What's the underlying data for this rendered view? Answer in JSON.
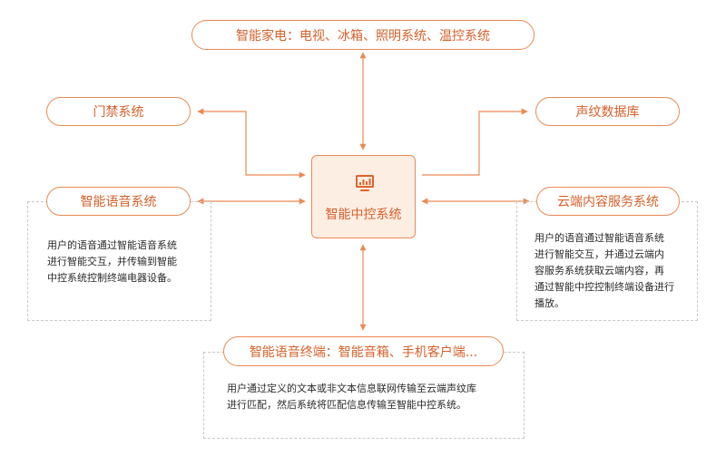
{
  "colors": {
    "accent": "#d5602a",
    "border": "#ec8a55",
    "center_fill": "#fdeee4",
    "dashed": "#c9c9c9"
  },
  "center": {
    "label": "智能中控系统",
    "icon": "monitor-chart-icon"
  },
  "nodes": {
    "appliances": "智能家电：电视、冰箱、照明系统、温控系统",
    "access_control": "门禁系统",
    "voiceprint_db": "声纹数据库",
    "voice_system": "智能语音系统",
    "cloud_service": "云端内容服务系统",
    "voice_terminal": "智能语音终端：智能音箱、手机客户端..."
  },
  "descriptions": {
    "voice_system": [
      "用户的语音通过智能语音系统",
      "进行智能交互，并传输到智能",
      "中控系统控制终端电器设备。"
    ],
    "cloud_service": [
      "用户的语音通过智能语音系统",
      "进行智能交互，并通过云端内",
      "容服务系统获取云端内容，再",
      "通过智能中控控制终端设备进行",
      "播放。"
    ],
    "voice_terminal": [
      "用户通过定义的文本或非文本信息联网传输至云端声纹库",
      "进行匹配，然后系统将匹配信息传输至智能中控系统。"
    ]
  }
}
